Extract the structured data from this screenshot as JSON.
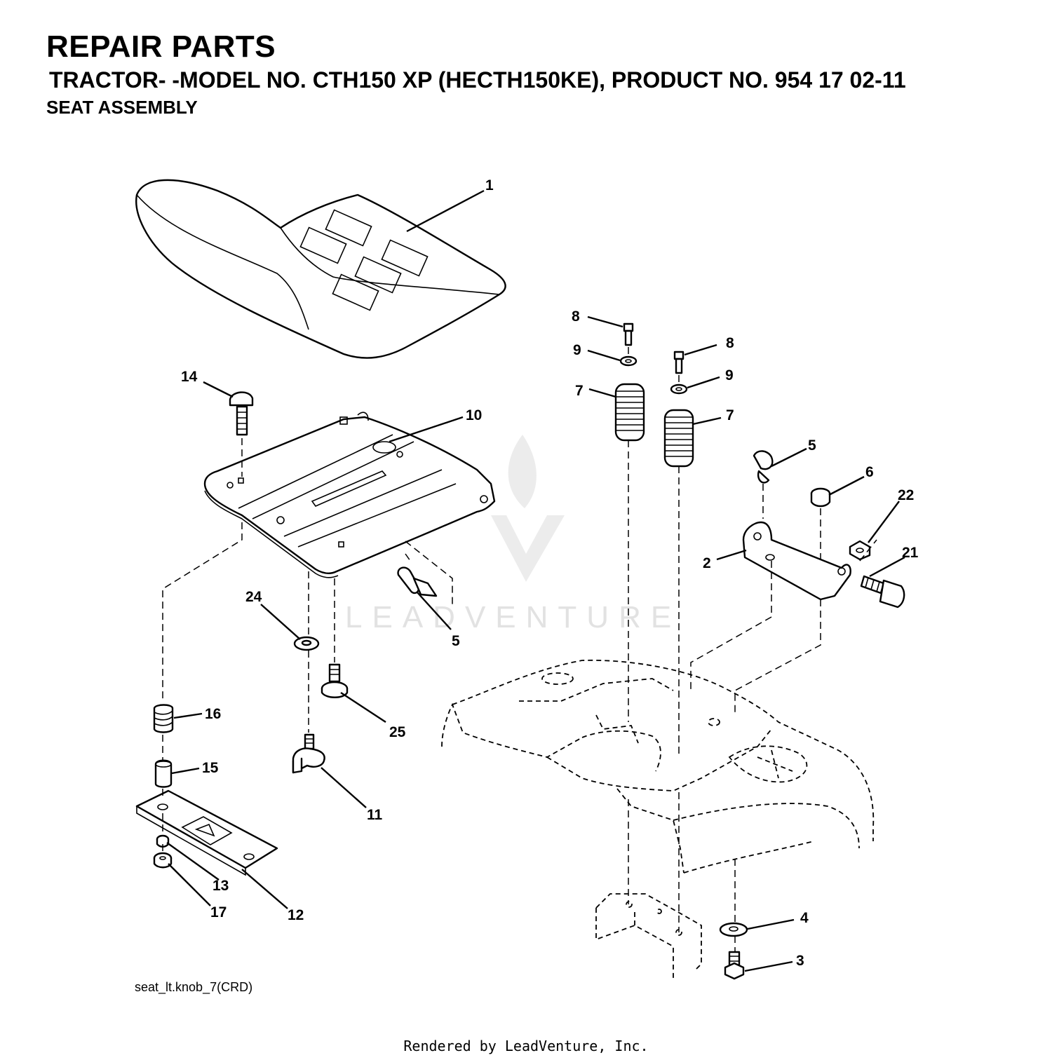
{
  "header": {
    "title": "REPAIR PARTS",
    "subtitle": "TRACTOR- -MODEL NO. CTH150 XP (HECTH150KE), PRODUCT NO. 954 17 02-11",
    "section": "SEAT ASSEMBLY"
  },
  "diagram": {
    "drawing_id": "seat_lt.knob_7(CRD)",
    "watermark": "LEADVENTURE",
    "callouts": {
      "c1": "1",
      "c2": "2",
      "c3": "3",
      "c4": "4",
      "c5a": "5",
      "c5b": "5",
      "c6": "6",
      "c7a": "7",
      "c7b": "7",
      "c8a": "8",
      "c8b": "8",
      "c9a": "9",
      "c9b": "9",
      "c10": "10",
      "c11": "11",
      "c12": "12",
      "c13": "13",
      "c14": "14",
      "c15": "15",
      "c16": "16",
      "c17": "17",
      "c21": "21",
      "c22": "22",
      "c24": "24",
      "c25": "25"
    }
  },
  "footer": {
    "rendered_by": "Rendered by LeadVenture, Inc."
  }
}
